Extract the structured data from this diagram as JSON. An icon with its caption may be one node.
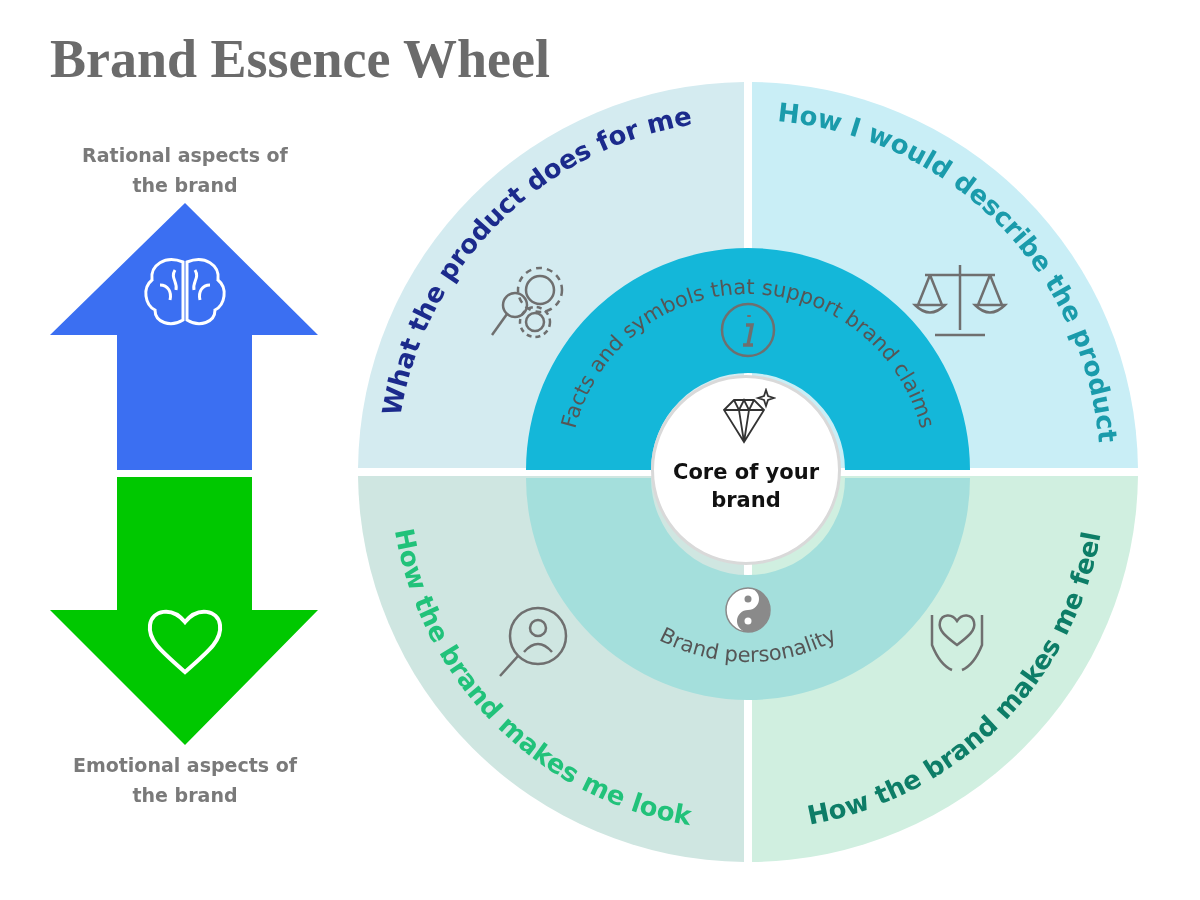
{
  "diagram": {
    "title": "Brand Essence Wheel",
    "nodes": [
      {
        "text": [
          "What the product does for me"
        ]
      },
      {
        "text": [
          "How I would describe the product"
        ]
      },
      {
        "text": [
          "How the brand makes me look"
        ]
      },
      {
        "text": [
          "How the brand makes me feel"
        ]
      },
      {
        "text": [
          "Facts and symbols that support brand claims"
        ]
      },
      {
        "text": [
          "Brand personality"
        ]
      },
      {
        "text": [
          "Core of your brand"
        ]
      }
    ],
    "edges": [],
    "labels": [
      "Rational aspects of the brand",
      "Emotional aspects of the brand"
    ]
  }
}
